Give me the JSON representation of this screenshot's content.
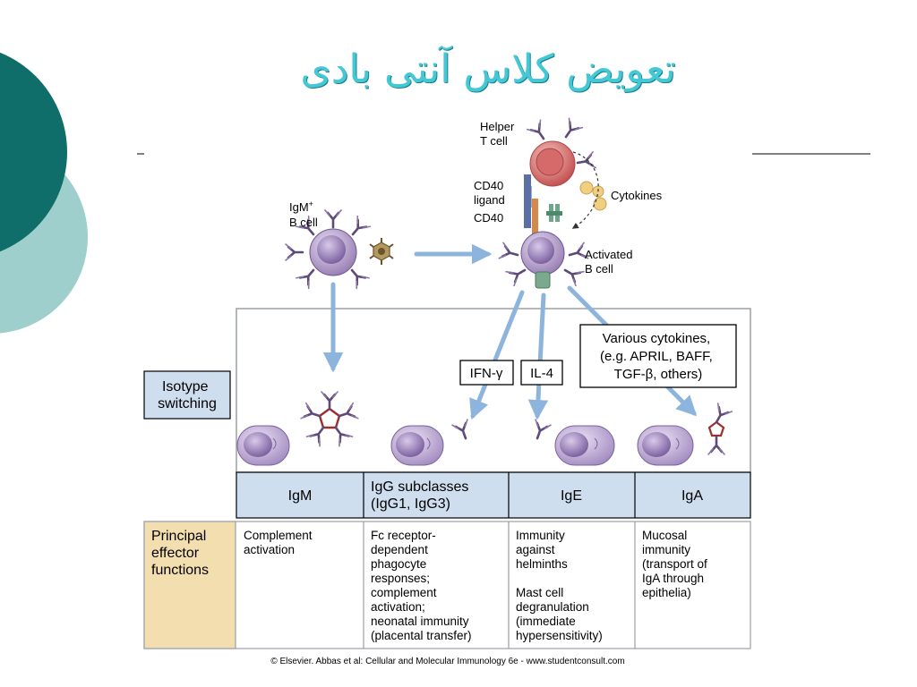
{
  "slide": {
    "title": "تعویض کلاس آنتی بادی"
  },
  "diagram": {
    "labels": {
      "helper_t_cell": [
        "Helper",
        "T cell"
      ],
      "cd40_ligand": [
        "CD40",
        "ligand"
      ],
      "cd40": "CD40",
      "cytokines": "Cytokines",
      "activated_b_cell": [
        "Activated",
        "B cell"
      ],
      "igm_b_cell": [
        "IgM",
        "+",
        "B cell"
      ],
      "ifn_gamma": "IFN-γ",
      "il_4": "IL-4",
      "various_cytokines": [
        "Various cytokines,",
        "(e.g. APRIL, BAFF,",
        "TGF-β, others)"
      ],
      "isotype_switching": [
        "Isotype",
        "switching"
      ],
      "principal_effector_functions": [
        "Principal",
        "effector",
        "functions"
      ]
    },
    "isotypes": [
      {
        "name": [
          "IgM"
        ],
        "effector": [
          "Complement",
          "activation"
        ]
      },
      {
        "name": [
          "IgG subclasses",
          "(IgG1, IgG3)"
        ],
        "effector": [
          "Fc receptor-",
          "dependent",
          "phagocyte",
          "responses;",
          "complement",
          "activation;",
          "neonatal immunity",
          "(placental transfer)"
        ]
      },
      {
        "name": [
          "IgE"
        ],
        "effector": [
          "Immunity",
          "against",
          "helminths",
          "",
          "Mast cell",
          "degranulation",
          "(immediate",
          "hypersensitivity)"
        ]
      },
      {
        "name": [
          "IgA"
        ],
        "effector": [
          "Mucosal",
          "immunity",
          "(transport of",
          "IgA through",
          "epithelia)"
        ]
      }
    ],
    "credit": "© Elsevier. Abbas et al: Cellular and Molecular Immunology 6e - www.studentconsult.com"
  },
  "colors": {
    "deco_dark": "#0f6e69",
    "deco_light": "#9fcfcd",
    "title": "#44c8d6",
    "arrow": "#8db4dd",
    "label_fill": "#cfdeee",
    "effector_fill": "#f3deb0",
    "cell_purple": "#a68fbf",
    "t_cell_red": "#d66a6a"
  }
}
